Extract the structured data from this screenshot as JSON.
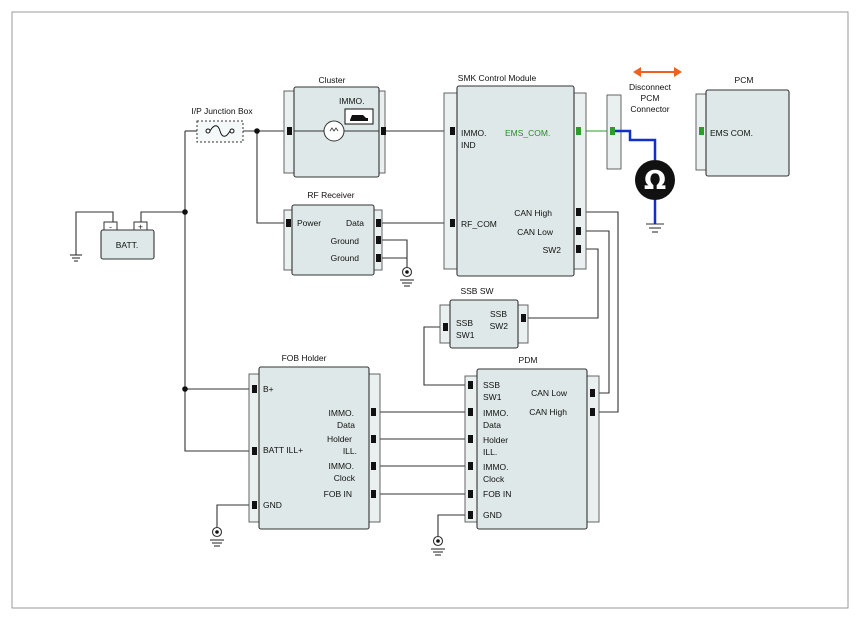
{
  "modules": {
    "ip_junction_box": {
      "title": "I/P Junction Box"
    },
    "cluster": {
      "title": "Cluster",
      "immo": "IMMO."
    },
    "smk": {
      "title": "SMK Control Module",
      "immo_ind_1": "IMMO.",
      "immo_ind_2": "IND",
      "ems_com": "EMS_COM.",
      "rf_com": "RF_COM",
      "can_high": "CAN High",
      "can_low": "CAN Low",
      "sw2": "SW2"
    },
    "pcm": {
      "title": "PCM",
      "ems_com": "EMS COM."
    },
    "disconnect": {
      "line1": "Disconnect",
      "line2": "PCM",
      "line3": "Connector"
    },
    "rf_receiver": {
      "title": "RF Receiver",
      "power": "Power",
      "data": "Data",
      "ground1": "Ground",
      "ground2": "Ground"
    },
    "battery": {
      "label": "BATT.",
      "minus": "-",
      "plus": "+"
    },
    "ssb_sw": {
      "title": "SSB SW",
      "left1": "SSB",
      "left2": "SW1",
      "right1": "SSB",
      "right2": "SW2"
    },
    "fob_holder": {
      "title": "FOB Holder",
      "b_plus": "B+",
      "batt_ill": "BATT ILL+",
      "gnd": "GND",
      "immo_data_1": "IMMO.",
      "immo_data_2": "Data",
      "holder_ill_1": "Holder",
      "holder_ill_2": "ILL.",
      "immo_clock_1": "IMMO.",
      "immo_clock_2": "Clock",
      "fob_in": "FOB IN"
    },
    "pdm": {
      "title": "PDM",
      "ssb_sw1_1": "SSB",
      "ssb_sw1_2": "SW1",
      "immo_data_1": "IMMO.",
      "immo_data_2": "Data",
      "holder_ill_1": "Holder",
      "holder_ill_2": "ILL.",
      "immo_clock_1": "IMMO.",
      "immo_clock_2": "Clock",
      "fob_in": "FOB IN",
      "gnd": "GND",
      "can_low": "CAN Low",
      "can_high": "CAN High"
    }
  },
  "ohmmeter": {
    "symbol": "Ω"
  },
  "colors": {
    "probe_wire": "#1030c8",
    "arrow": "#f06020",
    "ems_pin": "#2a9d2a",
    "module_fill": "#dfe8e8"
  }
}
